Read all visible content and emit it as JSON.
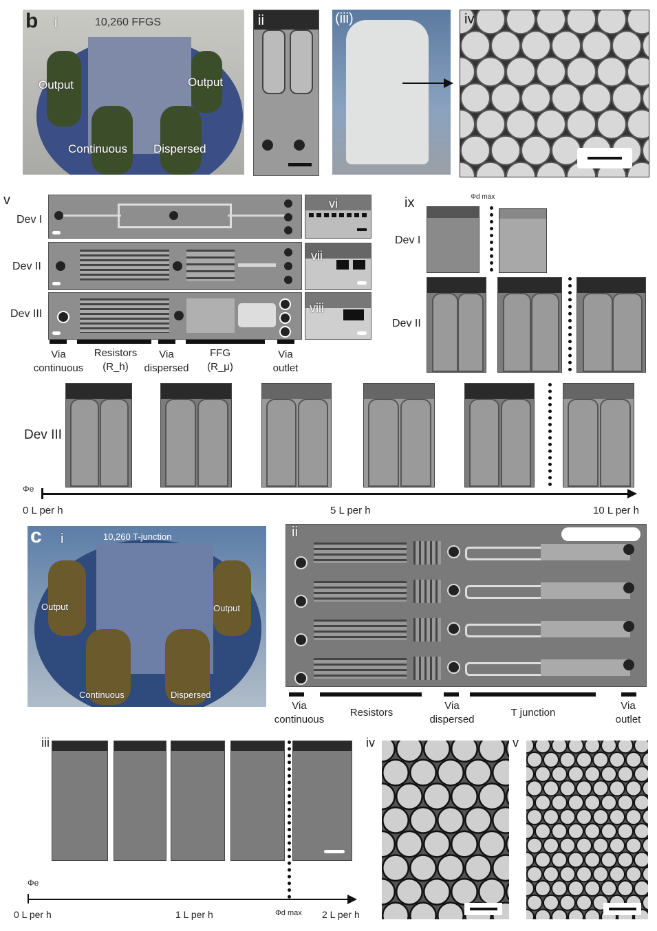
{
  "panel_b": {
    "label": "b",
    "i": {
      "label": "i",
      "title": "10,260 FFGS",
      "output_left": "Output",
      "output_right": "Output",
      "continuous": "Continuous",
      "dispersed": "Dispersed"
    },
    "ii": {
      "label": "ii"
    },
    "iii": {
      "label": "(iii)"
    },
    "iv": {
      "label": "iv"
    },
    "v": {
      "label": "v",
      "devices": [
        "Dev I",
        "Dev II",
        "Dev III"
      ],
      "segments": [
        {
          "line1": "Via",
          "line2": "continuous"
        },
        {
          "line1": "Resistors",
          "line2": "(R_h)"
        },
        {
          "line1": "Via",
          "line2": "dispersed"
        },
        {
          "line1": "FFG",
          "line2": "(R_μ)"
        },
        {
          "line1": "Via",
          "line2": "outlet"
        }
      ]
    },
    "vi": {
      "label": "vi"
    },
    "vii": {
      "label": "vii"
    },
    "viii": {
      "label": "viii"
    },
    "ix": {
      "label": "ix",
      "phi_label": "Φd max",
      "dev1": "Dev I",
      "dev2": "Dev II"
    },
    "dev3_row": {
      "label": "Dev III",
      "axis_symbol": "Φe",
      "ticks": [
        "0 L per h",
        "5 L per h",
        "10 L per h"
      ]
    }
  },
  "panel_c": {
    "label": "c",
    "i": {
      "label": "i",
      "title": "10,260 T-junction",
      "output_left": "Output",
      "output_right": "Output",
      "continuous": "Continuous",
      "dispersed": "Dispersed"
    },
    "ii": {
      "label": "ii",
      "segments": [
        {
          "line1": "Via",
          "line2": "continuous"
        },
        {
          "line1": "Resistors",
          "line2": ""
        },
        {
          "line1": "Via",
          "line2": "dispersed"
        },
        {
          "line1": "T junction",
          "line2": ""
        },
        {
          "line1": "Via",
          "line2": "outlet"
        }
      ]
    },
    "iii": {
      "label": "iii",
      "axis_symbol": "Φe",
      "ticks": [
        "0 L per h",
        "1 L per h",
        "Φd max",
        "2 L per h"
      ]
    },
    "iv": {
      "label": "iv"
    },
    "v": {
      "label": "v"
    }
  }
}
